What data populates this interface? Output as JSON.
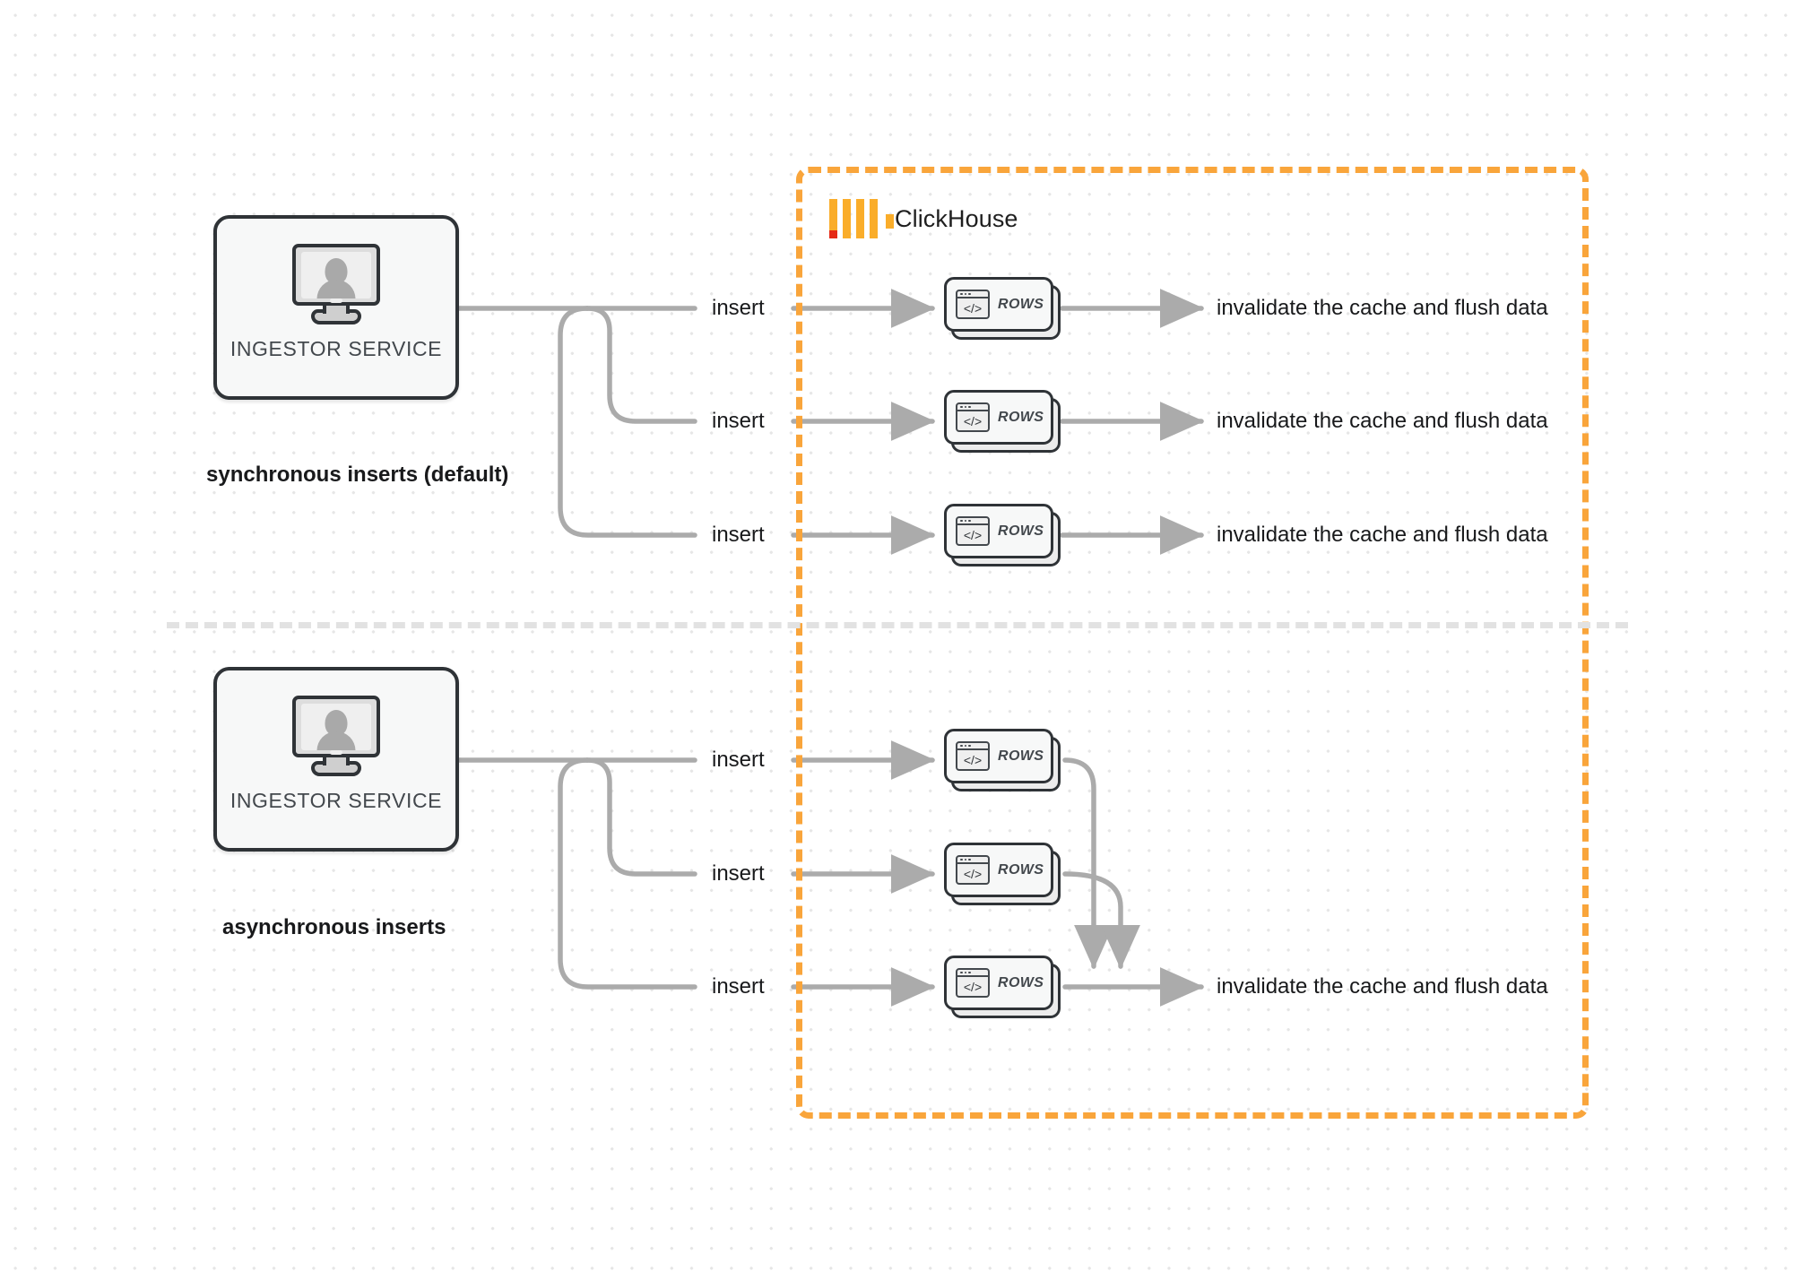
{
  "diagram": {
    "title": "ClickHouse synchronous vs asynchronous inserts",
    "colors": {
      "clickhouse_orange": "#F9A53B",
      "logo_orange": "#FAAD2A",
      "logo_red": "#E52A16",
      "wire_gray": "#ABABAB",
      "node_outline": "#2F3337",
      "divider_gray": "#E2E2E2",
      "background": "#FFFFFF"
    }
  },
  "clickhouse_boundary": {
    "label": "ClickHouse",
    "logo_name": "clickhouse-logo"
  },
  "sections": [
    {
      "id": "sync",
      "caption": "synchronous inserts (default)",
      "node": {
        "label": "INGESTOR SERVICE",
        "icon": "monitor-user-icon"
      },
      "edges": [
        {
          "label": "insert",
          "target": "ROWS",
          "output": "invalidate the cache and flush data"
        },
        {
          "label": "insert",
          "target": "ROWS",
          "output": "invalidate the cache and flush data"
        },
        {
          "label": "insert",
          "target": "ROWS",
          "output": "invalidate the cache and flush data"
        }
      ]
    },
    {
      "id": "async",
      "caption": "asynchronous inserts",
      "node": {
        "label": "INGESTOR SERVICE",
        "icon": "monitor-user-icon"
      },
      "edges": [
        {
          "label": "insert",
          "target": "ROWS",
          "output": ""
        },
        {
          "label": "insert",
          "target": "ROWS",
          "output": ""
        },
        {
          "label": "insert",
          "target": "ROWS",
          "output": "invalidate the cache and flush data"
        }
      ],
      "merged_output": "invalidate the cache and flush data"
    }
  ],
  "rows_card": {
    "text": "ROWS",
    "icon": "code-window-icon",
    "glyph": "</>"
  }
}
